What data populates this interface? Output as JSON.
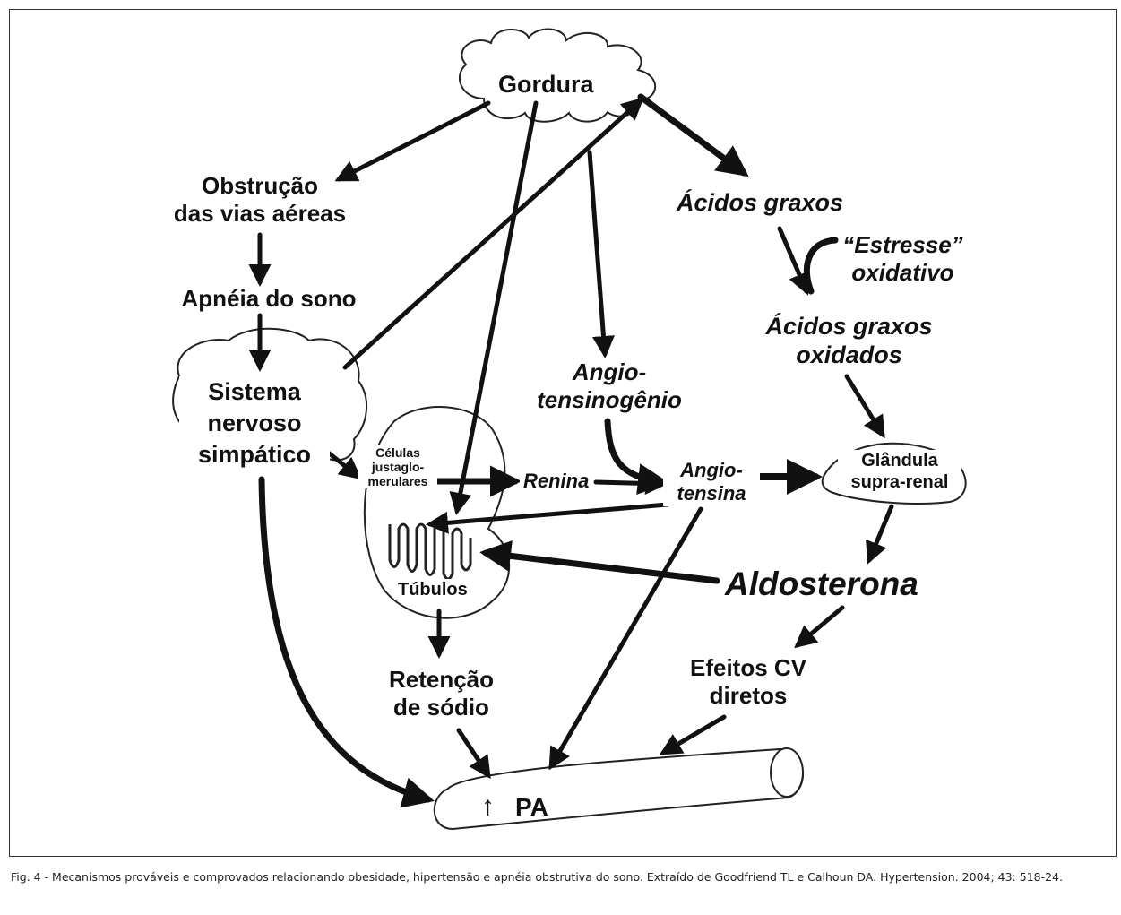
{
  "nodes": {
    "gordura": "Gordura",
    "obstrucao": "Obstrução",
    "obstrucao2": "das vias aéreas",
    "apneia": "Apnéia do sono",
    "sistema": "Sistema",
    "sistema2": "nervoso",
    "sistema3": "simpático",
    "acidos": "Ácidos graxos",
    "estresse": "“Estresse”",
    "estresse2": "oxidativo",
    "acidos_ox": "Ácidos graxos",
    "acidos_ox2": "oxidados",
    "angiotensinogenio": "Angio-",
    "angiotensinogenio2": "tensinogênio",
    "celulas": "Células",
    "celulas2": "justaglo-",
    "celulas3": "merulares",
    "renina": "Renina",
    "angiotensina": "Angio-",
    "angiotensina2": "tensina",
    "glandula": "Glândula",
    "glandula2": "supra-renal",
    "aldosterona": "Aldosterona",
    "tubulos": "Túbulos",
    "retencao": "Retenção",
    "retencao2": "de sódio",
    "efeitos": "Efeitos CV",
    "efeitos2": "diretos",
    "pa": "PA",
    "pa_arrow": "↑"
  },
  "caption": "Fig. 4 - Mecanismos prováveis e comprovados relacionando obesidade, hipertensão e apnéia obstrutiva do sono. Extraído de Goodfriend TL e Calhoun DA. Hypertension. 2004; 43: 518-24."
}
